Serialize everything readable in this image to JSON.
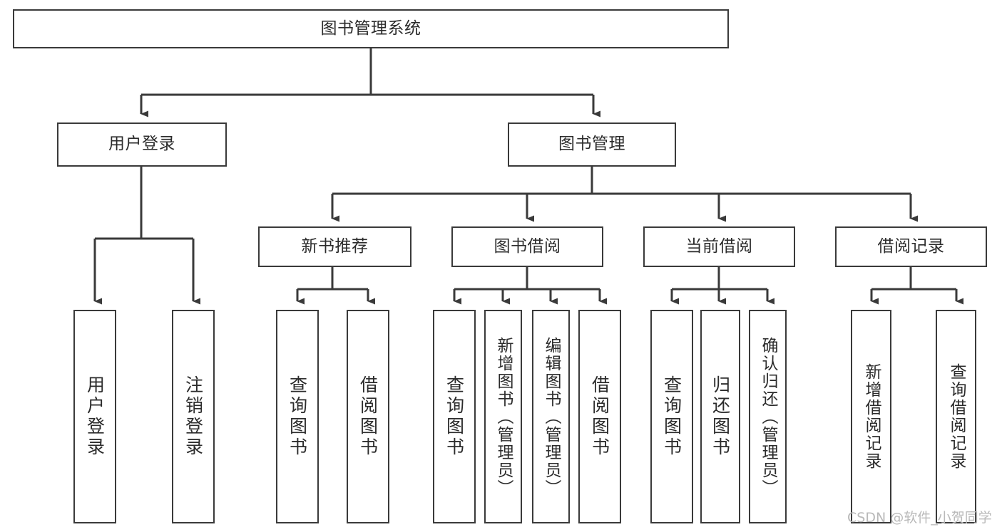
{
  "diagram": {
    "title": "图书管理系统",
    "type": "tree-hierarchy",
    "colors": {
      "background": "#ffffff",
      "box_border": "#3a3a3a",
      "box_fill": "#ffffff",
      "text": "#2b2b2b",
      "connector": "#3a3a3a",
      "watermark": "#b9b9b9"
    },
    "root": {
      "label": "图书管理系统"
    },
    "level2": [
      {
        "label": "用户登录"
      },
      {
        "label": "图书管理"
      }
    ],
    "level3": [
      {
        "label": "新书推荐"
      },
      {
        "label": "图书借阅"
      },
      {
        "label": "当前借阅"
      },
      {
        "label": "借阅记录"
      }
    ],
    "leaves": {
      "user_login": [
        {
          "label": "用户登录"
        },
        {
          "label": "注销登录"
        }
      ],
      "new_book_recommend": [
        {
          "label": "查询图书"
        },
        {
          "label": "借阅图书"
        }
      ],
      "book_borrow": [
        {
          "label": "查询图书"
        },
        {
          "label": "新增图书（管理员）"
        },
        {
          "label": "编辑图书（管理员）"
        },
        {
          "label": "借阅图书"
        }
      ],
      "current_borrow": [
        {
          "label": "查询图书"
        },
        {
          "label": "归还图书"
        },
        {
          "label": "确认归还（管理员）"
        }
      ],
      "borrow_record": [
        {
          "label": "新增借阅记录"
        },
        {
          "label": "查询借阅记录"
        }
      ]
    },
    "watermark": "CSDN @软件_小贺同学"
  }
}
